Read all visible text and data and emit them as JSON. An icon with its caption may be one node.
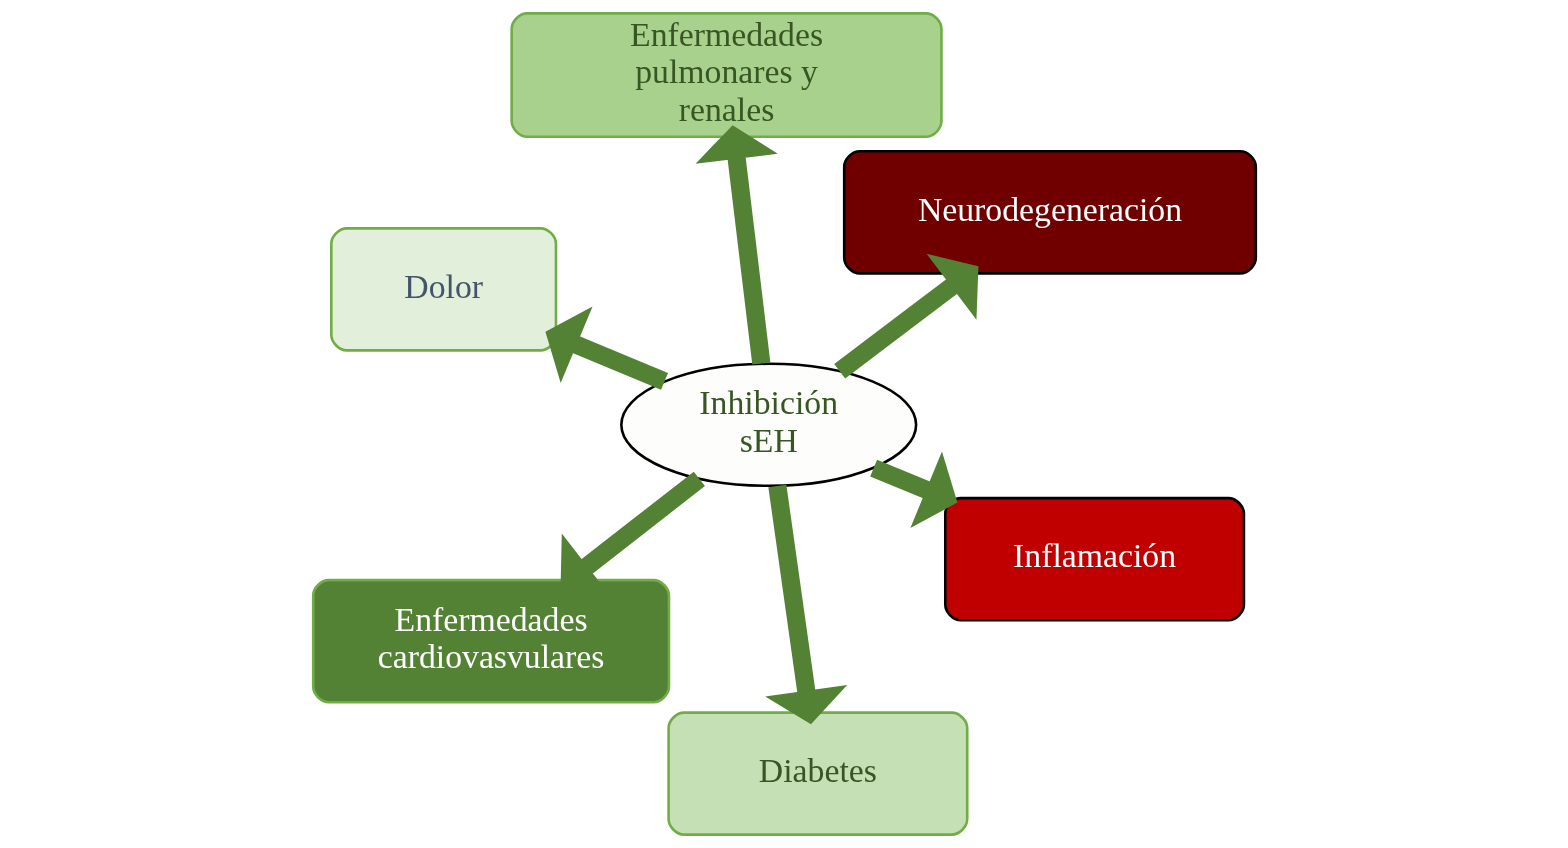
{
  "diagram": {
    "nodes": [
      {
        "text": [
          "Dolor"
        ]
      },
      {
        "text": [
          "Inflamación"
        ]
      },
      {
        "text": [
          "Diabetes"
        ]
      },
      {
        "text": [
          "Inhibición sEH"
        ]
      },
      {
        "text": [
          "Neurodegeneración"
        ]
      },
      {
        "text": [
          "Enfermedades pulmonares y renales"
        ]
      },
      {
        "text": [
          "Enfermedades cardiovasvulares"
        ]
      }
    ],
    "edges": [
      {
        "from": 3,
        "to": 0,
        "arrow": "to"
      },
      {
        "from": 3,
        "to": 1,
        "arrow": "to"
      },
      {
        "from": 3,
        "to": 2,
        "arrow": "to"
      },
      {
        "from": 3,
        "to": 4,
        "arrow": "to"
      },
      {
        "from": 3,
        "to": 5,
        "arrow": "to"
      },
      {
        "from": 3,
        "to": 6,
        "arrow": "to"
      }
    ]
  }
}
